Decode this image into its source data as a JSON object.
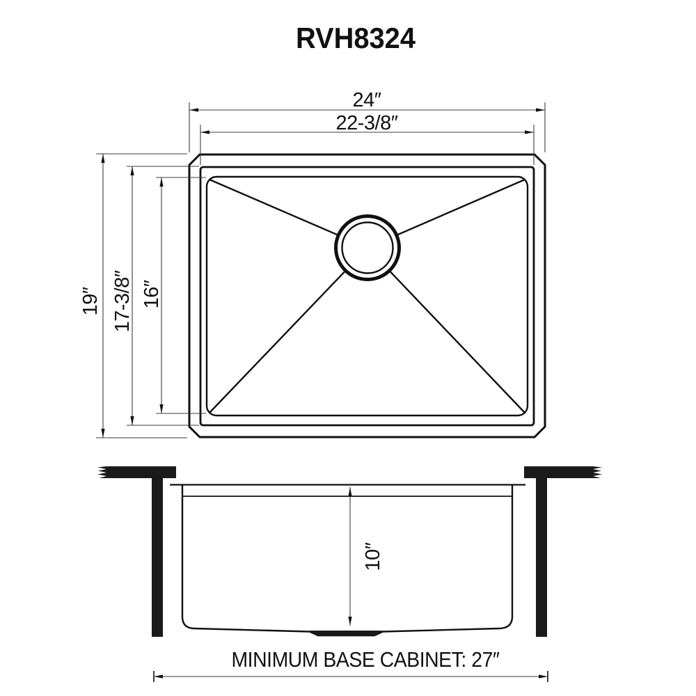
{
  "title": "RVH8324",
  "top_view": {
    "overall_width": "24″",
    "rim_width": "22-3/8″",
    "overall_depth": "19″",
    "rim_depth": "17-3/8″",
    "bowl_depth": "16″"
  },
  "side_view": {
    "bowl_height": "10″"
  },
  "footer": {
    "min_base_cabinet": "MINIMUM BASE CABINET: 27″"
  },
  "colors": {
    "line": "#111111",
    "dim_line": "#3c3c3c",
    "background": "#ffffff"
  }
}
